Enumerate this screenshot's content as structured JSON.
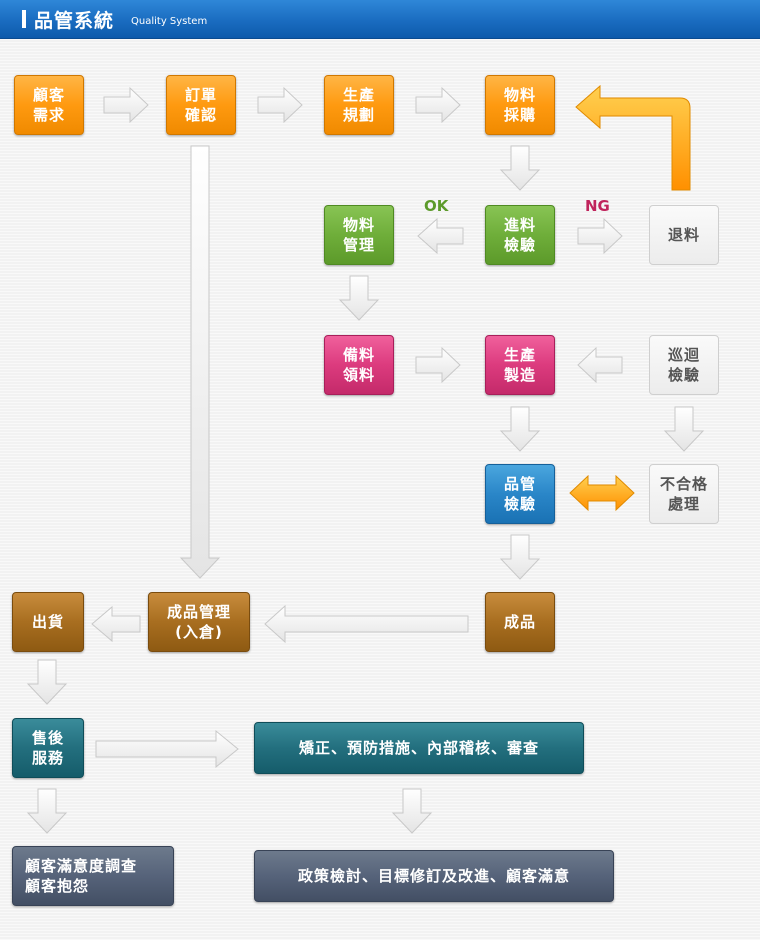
{
  "header": {
    "title": "品管系統",
    "subtitle": "Quality System"
  },
  "labels": {
    "ok": "OK",
    "ng": "NG"
  },
  "colors": {
    "header_blue": "#1a6cc0",
    "ok_green": "#5c9a2a",
    "ng_red": "#c0245c",
    "accent_orange": "#ff9a10"
  },
  "boxes": {
    "customer_demand": "顧客\n需求",
    "order_confirm": "訂單\n確認",
    "production_plan": "生產\n規劃",
    "material_purchase": "物料\n採購",
    "material_manage": "物料\n管理",
    "incoming_inspect": "進料\n檢驗",
    "return_material": "退料",
    "prep_material": "備料\n領料",
    "production": "生產\n製造",
    "patrol_inspect": "巡迴\n檢驗",
    "qc_inspect": "品管\n檢驗",
    "nonconform": "不合格\n處理",
    "shipping": "出貨",
    "product_manage": "成品管理\n(入倉)",
    "finished_product": "成品",
    "after_sales": "售後\n服務",
    "corrective": "矯正、預防措施、內部稽核、審查",
    "satisfaction": "顧客滿意度調查\n顧客抱怨",
    "policy_review": "政策檢討、目標修訂及改進、顧客滿意"
  }
}
